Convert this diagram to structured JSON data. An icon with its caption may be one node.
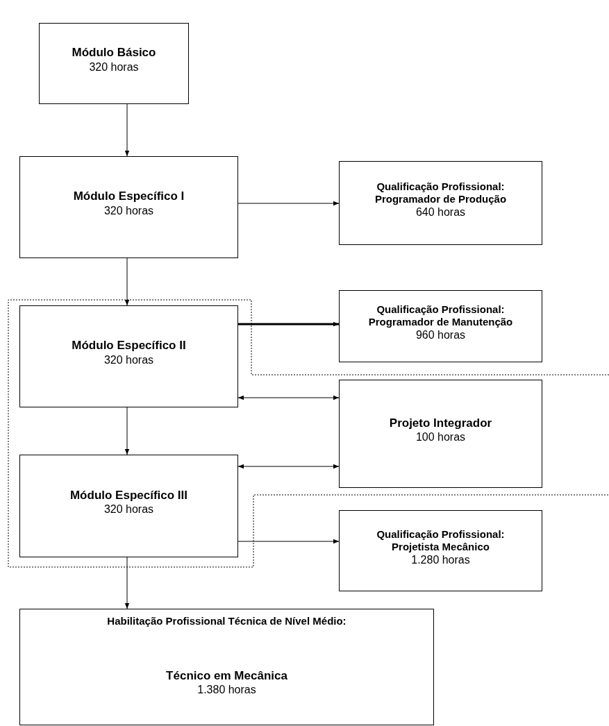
{
  "diagram": {
    "nodes": [
      {
        "text": [
          "Módulo Básico",
          "320 horas"
        ]
      },
      {
        "text": [
          "Módulo Específico I",
          "320 horas"
        ]
      },
      {
        "text": [
          "Qualificação Profissional: Programador de Produção",
          "640 horas"
        ]
      },
      {
        "text": [
          "Módulo Específico II",
          "320 horas"
        ]
      },
      {
        "text": [
          "Qualificação Profissional: Programador de Manutenção",
          "960 horas"
        ]
      },
      {
        "text": [
          "Projeto Integrador",
          "100 horas"
        ]
      },
      {
        "text": [
          "Módulo Específico III",
          "320 horas"
        ]
      },
      {
        "text": [
          "Qualificação Profissional: Projetista Mecânico",
          "1.280 horas"
        ]
      },
      {
        "text": [
          "Habilitação Profissional Técnica de Nível Médio:",
          "Técnico em Mecânica",
          "1.380 horas"
        ]
      }
    ],
    "edges": [
      {
        "from": 0,
        "to": 1,
        "arrow": "to"
      },
      {
        "from": 1,
        "to": 2,
        "arrow": "to"
      },
      {
        "from": 1,
        "to": 3,
        "arrow": "to"
      },
      {
        "from": 3,
        "to": 4,
        "arrow": "to",
        "style": "thick"
      },
      {
        "from": 3,
        "to": 5,
        "arrow": "both"
      },
      {
        "from": 6,
        "to": 5,
        "arrow": "both"
      },
      {
        "from": 3,
        "to": 6,
        "arrow": "to"
      },
      {
        "from": 6,
        "to": 7,
        "arrow": "to"
      },
      {
        "from": 6,
        "to": 8,
        "arrow": "to"
      }
    ]
  }
}
